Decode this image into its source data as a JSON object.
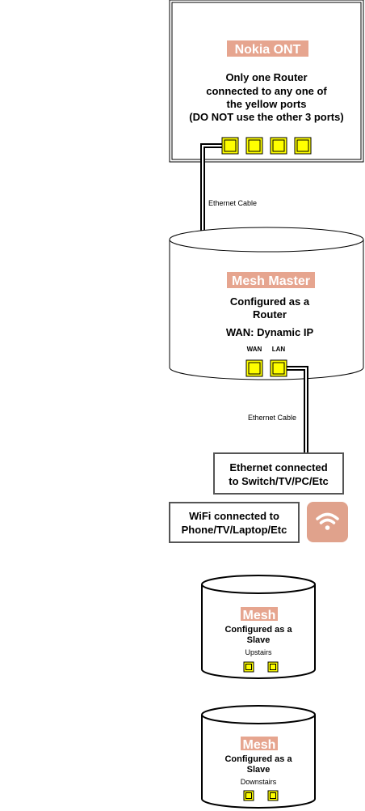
{
  "ont": {
    "title": "Nokia ONT",
    "lines": [
      "Only one Router",
      "connected to any one of",
      "the yellow ports",
      "(DO NOT use the other 3 ports)"
    ]
  },
  "cable1_label": "Ethernet Cable",
  "master": {
    "title": "Mesh Master",
    "lines": [
      "Configured as a",
      "Router"
    ],
    "wan_line": "WAN: Dynamic IP",
    "wan_label": "WAN",
    "lan_label": "LAN"
  },
  "cable2_label": "Ethernet Cable",
  "ethernet_box": {
    "lines": [
      "Ethernet connected",
      "to Switch/TV/PC/Etc"
    ]
  },
  "wifi_box": {
    "lines": [
      "WiFi connected to",
      "Phone/TV/Laptop/Etc"
    ]
  },
  "slave_upstairs": {
    "title": "Mesh",
    "lines": [
      "Configured as a",
      "Slave"
    ],
    "location": "Upstairs"
  },
  "slave_downstairs": {
    "title": "Mesh",
    "lines": [
      "Configured as a",
      "Slave"
    ],
    "location": "Downstairs"
  },
  "colors": {
    "highlight": "#e6a58f",
    "port": "#ffff00",
    "wifi_tile": "#e0a28c",
    "border": "#555555"
  },
  "icons": {
    "wifi": "wifi-icon"
  }
}
